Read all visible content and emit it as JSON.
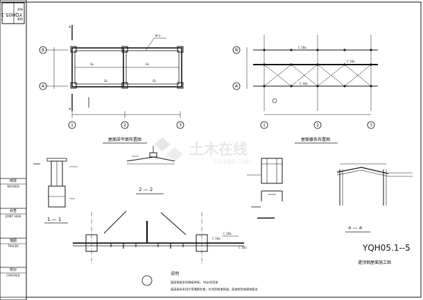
{
  "title_block": {
    "drawing_no_rotated": "YQH05.1--5",
    "sheet_labels": [
      "修改",
      "核查"
    ],
    "rows": [
      {
        "cn": "修改",
        "en": "REVISED"
      },
      {
        "cn": "会签",
        "en": "JOINT SIGN"
      },
      {
        "cn": "描图",
        "en": "TRACER"
      },
      {
        "cn": "校对",
        "en": "CHECKED"
      }
    ]
  },
  "grid": {
    "rows": [
      "B",
      "A"
    ],
    "cols": [
      "1",
      "2",
      "3"
    ],
    "section_mark": "a"
  },
  "plan1": {
    "caption": "屋面梁平面布置图",
    "beam_label": "GL",
    "callout": "M-1"
  },
  "plan2": {
    "caption": "屋面檩条布置图",
    "member_label": "C 16a"
  },
  "details": {
    "sec22": "2 — 2",
    "sec11": "1 — 1",
    "secaa": "a — a"
  },
  "notes": {
    "heading": "说明",
    "line1": "屋面钢梁采用钢板焊接，         除必须用漆",
    "line2": "屋面檩条采用冷弯薄壁型钢，外涂防锈漆两道，面漆颜色按建筑要求"
  },
  "drawing_no": "YQH05.1--5",
  "drawing_title": "灌顶钢屋面施工图",
  "watermark": {
    "cn": "土木在线",
    "en": "CO188.COM"
  }
}
